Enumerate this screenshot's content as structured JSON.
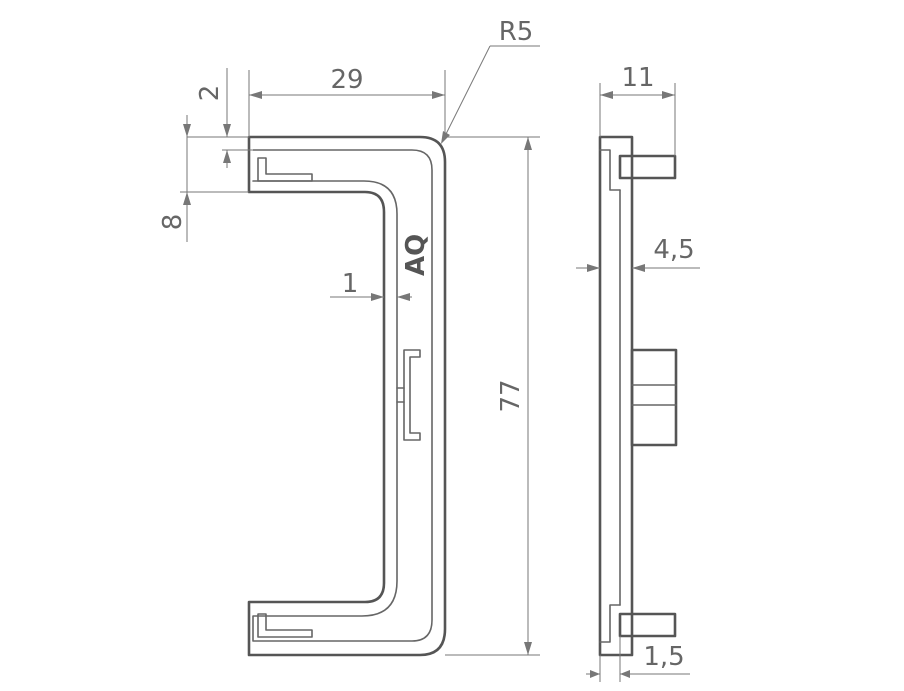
{
  "dimensions": {
    "width_29": "29",
    "height_2": "2",
    "height_8": "8",
    "wall_1": "1",
    "radius": "R5",
    "height_77": "77",
    "depth_11": "11",
    "thickness_4_5": "4,5",
    "thickness_1_5": "1,5"
  },
  "logo": {
    "text": "AQ"
  }
}
